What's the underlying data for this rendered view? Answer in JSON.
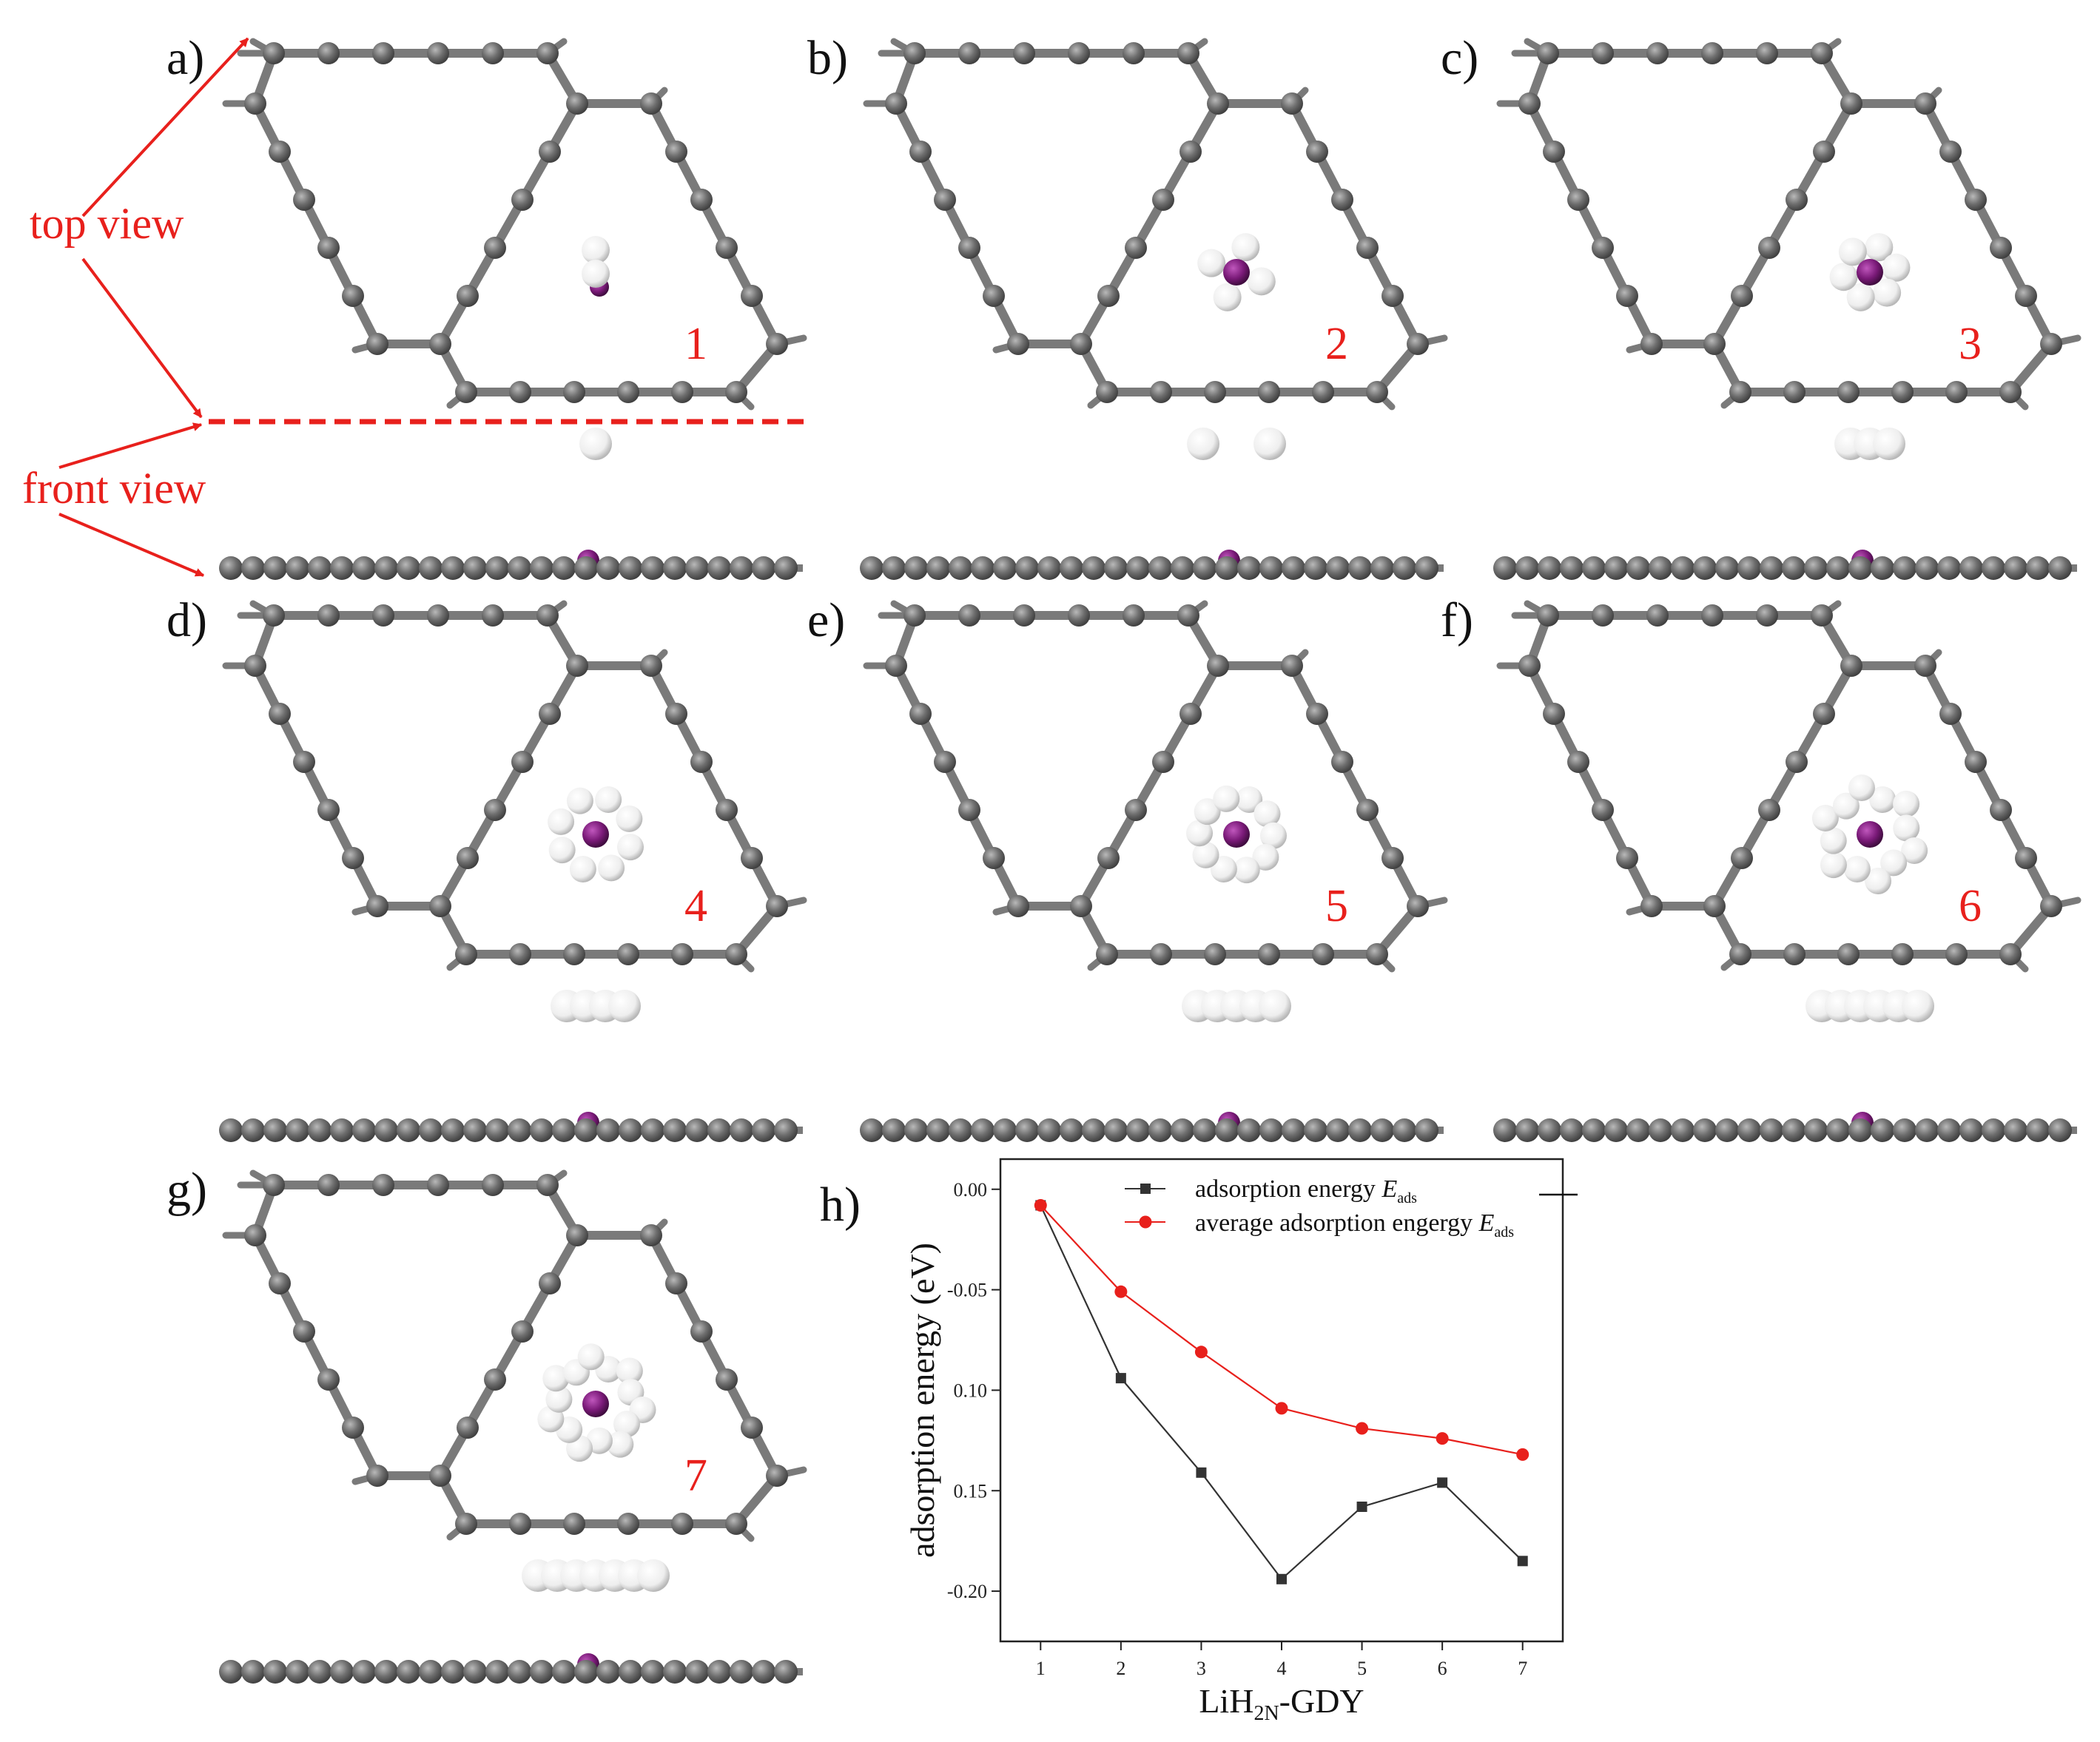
{
  "figure": {
    "panels": [
      {
        "id": "a",
        "label": "a)",
        "number": "1",
        "h_count": 2
      },
      {
        "id": "b",
        "label": "b)",
        "number": "2",
        "h_count": 4
      },
      {
        "id": "c",
        "label": "c)",
        "number": "3",
        "h_count": 6
      },
      {
        "id": "d",
        "label": "d)",
        "number": "4",
        "h_count": 8
      },
      {
        "id": "e",
        "label": "e)",
        "number": "5",
        "h_count": 10
      },
      {
        "id": "f",
        "label": "f)",
        "number": "6",
        "h_count": 12
      },
      {
        "id": "g",
        "label": "g)",
        "number": "7",
        "h_count": 14
      }
    ],
    "annotations": {
      "top_view": "top view",
      "front_view": "front view"
    },
    "colors": {
      "carbon": "#6e6e6e",
      "hydrogen": "#f4f4f4",
      "lithium": "#7a1a78",
      "annotation": "#e8201c"
    }
  },
  "chart_panel_label": "h)",
  "chart_data": {
    "type": "line",
    "title": "",
    "xlabel_main": "LiH",
    "xlabel_sub": "2N",
    "xlabel_tail": "-GDY",
    "ylabel": "adsorption energy (eV)",
    "x": [
      1,
      2,
      3,
      4,
      5,
      6,
      7
    ],
    "xlim": [
      0.5,
      7.5
    ],
    "ylim": [
      -0.225,
      0.015
    ],
    "yticks": [
      0.0,
      -0.05,
      -0.1,
      -0.15,
      -0.2
    ],
    "ytick_labels": [
      "0.00",
      "-0.05",
      "0.10",
      "0.15",
      "-0.20"
    ],
    "xtick_labels": [
      "1",
      "2",
      "3",
      "4",
      "5",
      "6",
      "7"
    ],
    "legend_position": "top-center",
    "series": [
      {
        "name": "adsorption energy ",
        "name_symbol": "E",
        "name_sub": "ads",
        "color": "#333333",
        "marker": "square",
        "values": [
          -0.008,
          -0.094,
          -0.141,
          -0.194,
          -0.158,
          -0.146,
          -0.185
        ]
      },
      {
        "name": "average adsorption engergy ",
        "name_symbol": "E",
        "name_sub": "ads",
        "color": "#e8201c",
        "marker": "circle",
        "values": [
          -0.008,
          -0.051,
          -0.081,
          -0.109,
          -0.119,
          -0.124,
          -0.132
        ]
      }
    ]
  }
}
